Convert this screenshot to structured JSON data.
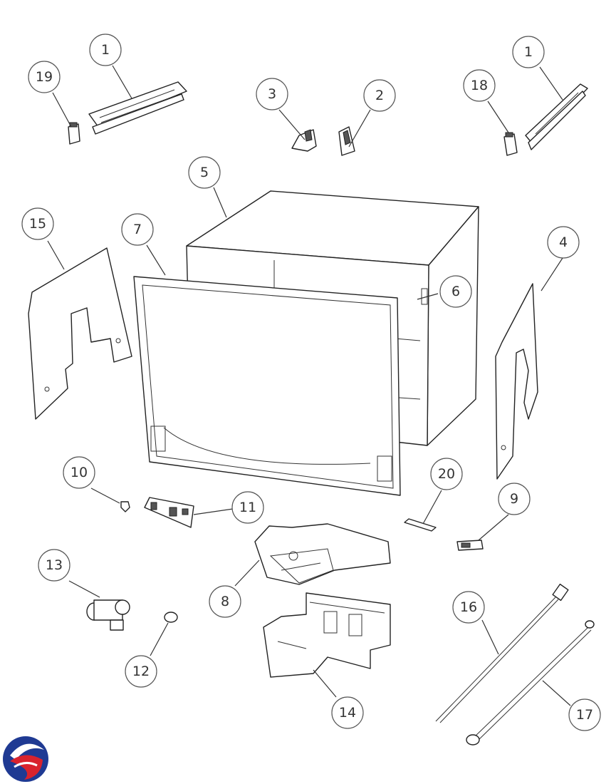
{
  "callouts": [
    {
      "label": "1"
    },
    {
      "label": "19"
    },
    {
      "label": "3"
    },
    {
      "label": "2"
    },
    {
      "label": "1"
    },
    {
      "label": "18"
    },
    {
      "label": "5"
    },
    {
      "label": "15"
    },
    {
      "label": "7"
    },
    {
      "label": "4"
    },
    {
      "label": "6"
    },
    {
      "label": "10"
    },
    {
      "label": "11"
    },
    {
      "label": "20"
    },
    {
      "label": "9"
    },
    {
      "label": "13"
    },
    {
      "label": "8"
    },
    {
      "label": "16"
    },
    {
      "label": "12"
    },
    {
      "label": "14"
    },
    {
      "label": "17"
    }
  ],
  "logo": {
    "name": "brand-logo",
    "colors": [
      "#1f3a93",
      "#d9232d",
      "#ffffff"
    ]
  }
}
